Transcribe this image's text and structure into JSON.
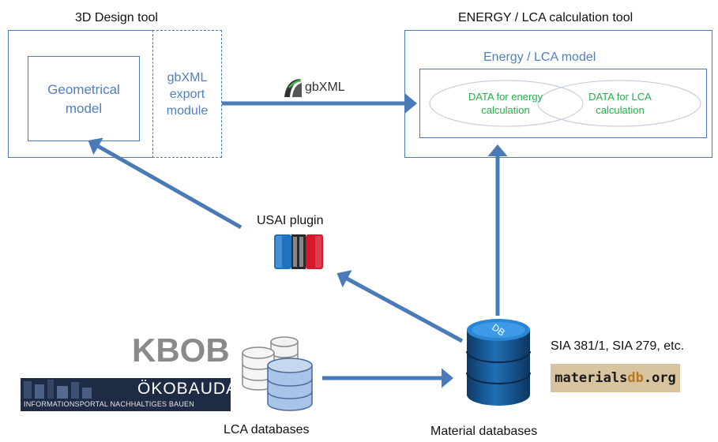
{
  "design_tool": {
    "title": "3D Design tool",
    "geometry_line1": "Geometrical",
    "geometry_line2": "model",
    "export_line1": "gbXML",
    "export_line2": "export",
    "export_line3": "module"
  },
  "gbxml_logo": {
    "text": "gbXML"
  },
  "energy_tool": {
    "title": "ENERGY / LCA calculation tool",
    "model_title": "Energy / LCA model",
    "energy_data_line1": "DATA for energy",
    "energy_data_line2": "calculation",
    "lca_data_line1": "DATA for LCA",
    "lca_data_line2": "calculation"
  },
  "plugin": {
    "label": "USAI plugin"
  },
  "lca_databases": {
    "kbob": "KBOB",
    "oekobaudat_title": "ÖKOBAUDAT",
    "oekobaudat_subtitle": "INFORMATIONSPORTAL NACHHALTIGES BAUEN",
    "label": "LCA databases"
  },
  "material_databases": {
    "standards": "SIA 381/1, SIA 279, etc.",
    "materialsdb_prefix": "materials",
    "materialsdb_highlight": "db",
    "materialsdb_suffix": ".org",
    "db_icon_text": "DB",
    "label": "Material databases"
  },
  "colors": {
    "arrow": "#4a7ab8",
    "box_border": "#4a7ab8",
    "blue_text": "#4f7fbf",
    "green_text": "#22b14c",
    "materialsdb_bg": "#d9c4a0",
    "materialsdb_db": "#b7791f"
  },
  "icons": [
    "gbxml-logo-icon",
    "usai-plugin-icon",
    "lca-database-icon",
    "material-database-icon",
    "oekobaudat-logo-icon"
  ]
}
